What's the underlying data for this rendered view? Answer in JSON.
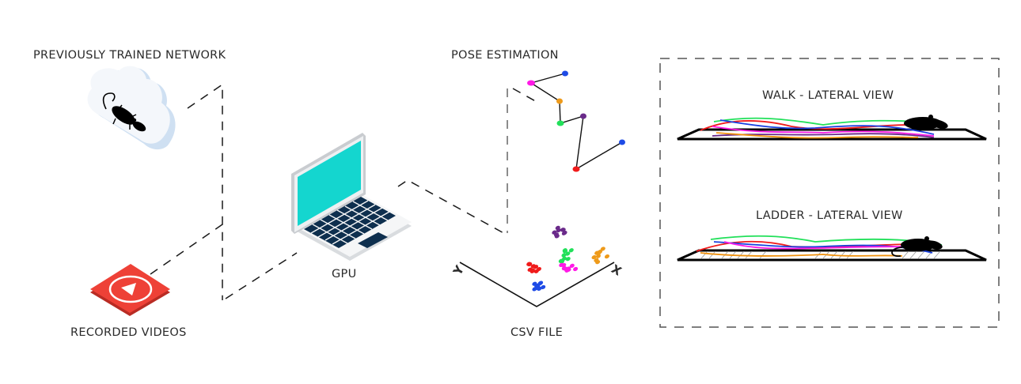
{
  "labels": {
    "network": "PREVIOUSLY TRAINED NETWORK",
    "videos": "RECORDED VIDEOS",
    "gpu": "GPU",
    "pose": "POSE ESTIMATION",
    "csv": "CSV FILE",
    "walk": "WALK - LATERAL VIEW",
    "ladder": "LADDER - LATERAL VIEW"
  },
  "csv_axes": {
    "x": "X",
    "y": "Y"
  },
  "colors": {
    "screen": "#14d6cf",
    "keyboard": "#0e2f4e",
    "video_tile": "#ee4137",
    "cloud_shadow": "#cfe0f2",
    "green": "#22e05a",
    "red": "#f01b1b",
    "blue": "#1840e0",
    "magenta": "#ff1ae6",
    "purple": "#6a2a8a",
    "orange": "#f0920f"
  },
  "pose_keypoints": [
    {
      "name": "magenta",
      "color": "#ff1ae6"
    },
    {
      "name": "blue-top",
      "color": "#1e4be6"
    },
    {
      "name": "orange",
      "color": "#ee9a1a"
    },
    {
      "name": "green",
      "color": "#22e05a"
    },
    {
      "name": "purple",
      "color": "#6a2a8a"
    },
    {
      "name": "blue-bottom",
      "color": "#1e4be6"
    },
    {
      "name": "red",
      "color": "#f01b1b"
    }
  ],
  "csv_clusters": [
    {
      "name": "purple",
      "color": "#6a2a8a"
    },
    {
      "name": "green",
      "color": "#22e05a"
    },
    {
      "name": "orange",
      "color": "#ee9a1a"
    },
    {
      "name": "red",
      "color": "#f01b1b"
    },
    {
      "name": "magenta",
      "color": "#ff1ae6"
    },
    {
      "name": "blue",
      "color": "#1e4be6"
    }
  ],
  "trajectories": [
    "green",
    "red",
    "blue",
    "magenta",
    "purple",
    "orange"
  ]
}
